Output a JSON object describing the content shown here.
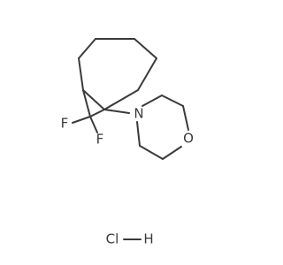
{
  "atoms": {
    "fluorine_1": "F",
    "fluorine_2": "F",
    "nitrogen": "N",
    "oxygen": "O"
  },
  "salt": {
    "chlorine": "Cl",
    "hydrogen": "H"
  }
}
